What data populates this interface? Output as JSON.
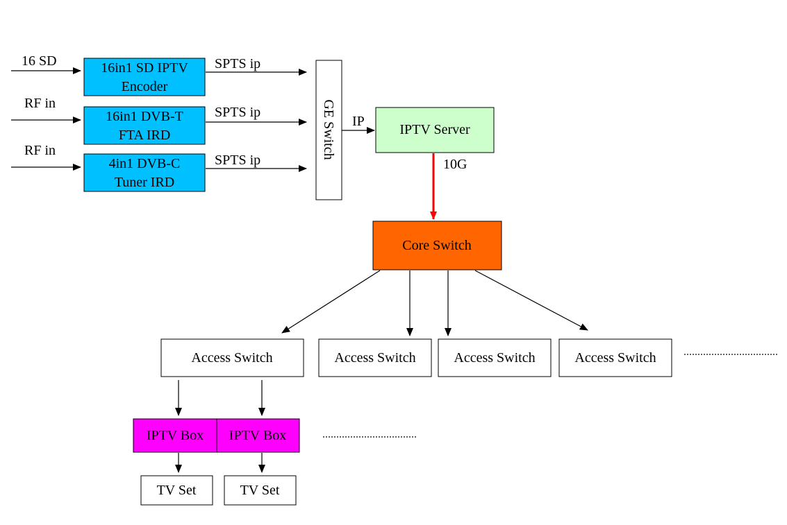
{
  "colors": {
    "encoder": "#00c0ff",
    "server": "#ccffcc",
    "core": "#ff6600",
    "iptv_box": "#ff00ff",
    "plain": "#ffffff",
    "highlight_arrow": "#ff0000"
  },
  "inputs": {
    "sd": "16 SD",
    "rf1": "RF in",
    "rf2": "RF in"
  },
  "encoders": {
    "sd_encoder": {
      "line1": "16in1 SD IPTV",
      "line2": "Encoder"
    },
    "dvbt_ird": {
      "line1": "16in1 DVB-T",
      "line2": "FTA IRD"
    },
    "dvbc_ird": {
      "line1": "4in1 DVB-C",
      "line2": "Tuner IRD"
    }
  },
  "links": {
    "spts1": "SPTS ip",
    "spts2": "SPTS ip",
    "spts3": "SPTS ip",
    "ip": "IP",
    "tenG": "10G"
  },
  "ge_switch": "GE Switch",
  "iptv_server": "IPTV Server",
  "core_switch": "Core Switch",
  "access_switches": [
    "Access Switch",
    "Access Switch",
    "Access Switch",
    "Access Switch"
  ],
  "iptv_boxes": [
    "IPTV Box",
    "IPTV Box"
  ],
  "tv_sets": [
    "TV Set",
    "TV Set"
  ]
}
